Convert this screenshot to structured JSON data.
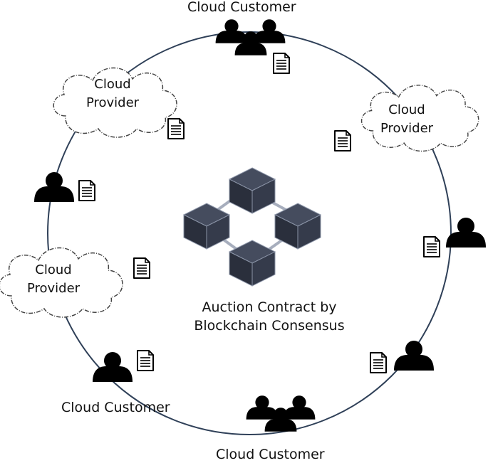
{
  "colors": {
    "ring": "#2f4058",
    "person": "#000000",
    "cube": "#2f3545",
    "cube_edge": "#8a93a6",
    "link": "#a7aebd",
    "cloud_stroke": "#444444"
  },
  "center": {
    "line1": "Auction Contract by",
    "line2": "Blockchain Consensus",
    "icon": "blockchain-icon"
  },
  "customers": {
    "top": "Cloud Customer",
    "bottom_left": "Cloud Customer",
    "bottom": "Cloud Customer"
  },
  "providers": {
    "top_left": {
      "line1": "Cloud",
      "line2": "Provider"
    },
    "right": {
      "line1": "Cloud",
      "line2": "Provider"
    },
    "left": {
      "line1": "Cloud",
      "line2": "Provider"
    }
  }
}
